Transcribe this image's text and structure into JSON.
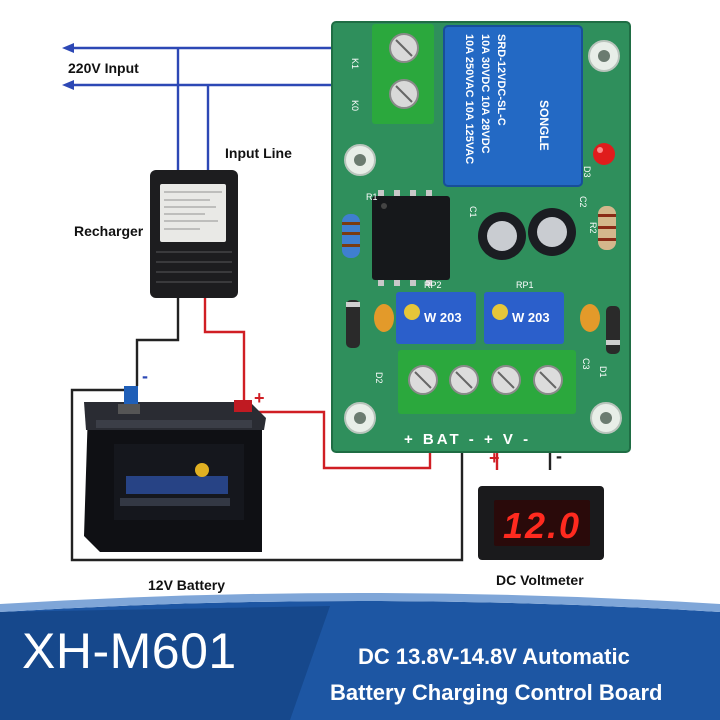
{
  "labels": {
    "input_220": "220V Input",
    "input_line": "Input Line",
    "recharger": "Recharger",
    "battery": "12V Battery",
    "voltmeter": "DC Voltmeter"
  },
  "board": {
    "k1": "K1",
    "k0": "K0",
    "relay_line1": "10A 250VAC 10A 125VAC",
    "relay_line2": "10A 30VDC 10A 28VDC",
    "relay_line3": "SRD-12VDC-SL-C",
    "relay_brand": "SONGLE",
    "rp2": "RP2",
    "rp1": "RP1",
    "pot_code": "W 203",
    "terminal_label": "+ BAT - + V -",
    "d3": "D3",
    "r1": "R1",
    "r2": "R2",
    "c1": "C1",
    "c2": "C2",
    "c3": "C3",
    "d1": "D1",
    "d2": "D2"
  },
  "battery_marks": {
    "minus": "-",
    "plus": "+"
  },
  "voltmeter_marks": {
    "plus": "+",
    "minus": "-"
  },
  "voltmeter_reading": "12.0",
  "banner": {
    "model": "XH-M601",
    "line1": "DC 13.8V-14.8V Automatic",
    "line2": "Battery Charging Control Board"
  },
  "colors": {
    "pcb": "#2f8f5c",
    "banner": "#1d56a3",
    "wire_blue": "#2d48b5",
    "wire_red": "#d01e24",
    "relay": "#2369c4",
    "terminal": "#2ba83d",
    "display": "#ff2a1f"
  }
}
